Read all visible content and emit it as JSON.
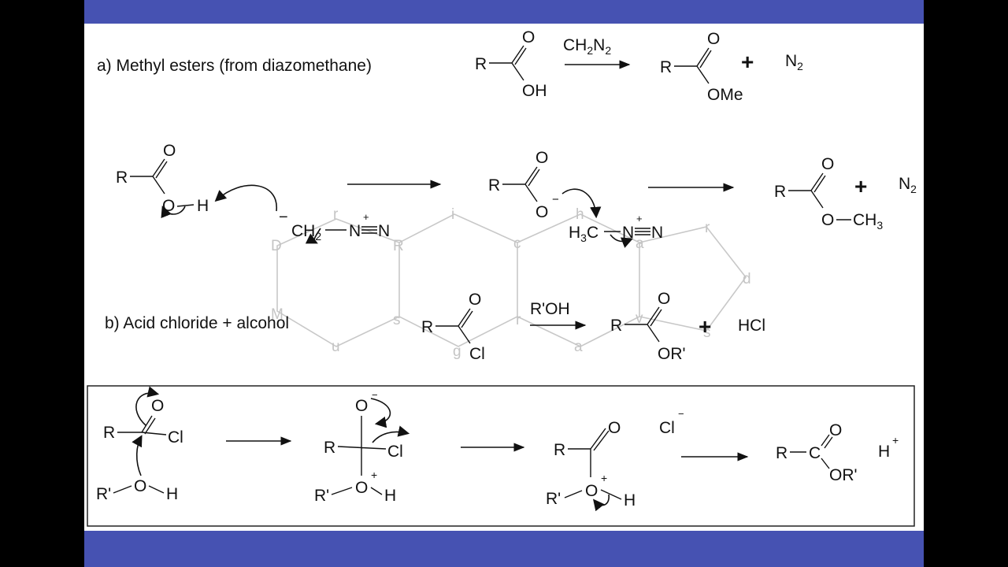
{
  "slide": {
    "top_bar_color": "#4652b2",
    "bottom_bar_color": "#4652b2"
  },
  "section_a": {
    "heading": "a) Methyl esters (from diazomethane)",
    "reagent": "CH",
    "reagent_sub1": "2",
    "reagent_tail": "N",
    "reagent_sub2": "2",
    "plus": "+",
    "byproduct": "N",
    "byproduct_sub": "2",
    "atoms": {
      "R": "R",
      "O": "O",
      "OH": "OH",
      "OMe": "OMe"
    }
  },
  "mechanism_a": {
    "acid": {
      "R": "R",
      "O": "O",
      "OH_O": "O",
      "H": "H"
    },
    "diazomethane": {
      "charge_minus": "−",
      "CH": "CH",
      "sub": "2",
      "N1": "N",
      "charge_plus": "+",
      "N2": "N"
    },
    "carboxylate": {
      "R": "R",
      "O": "O",
      "O_minus": "O",
      "charge": "−"
    },
    "methyldiazonium": {
      "H": "H",
      "sub": "3",
      "C": "C",
      "N1": "N",
      "charge_plus": "+",
      "N2": "N"
    },
    "product": {
      "R": "R",
      "O": "O",
      "O2": "O",
      "CH": "CH",
      "sub": "3"
    },
    "plus": "+",
    "byproduct": "N",
    "byproduct_sub": "2"
  },
  "section_b": {
    "heading": "b) Acid chloride + alcohol",
    "reagent": "R'OH",
    "plus": "+",
    "byproduct": "HCl",
    "atoms": {
      "R": "R",
      "O": "O",
      "Cl": "Cl",
      "ORp": "OR'"
    }
  },
  "mechanism_b": {
    "step1": {
      "R": "R",
      "O": "O",
      "Cl": "Cl",
      "Rp": "R'",
      "O2": "O",
      "H": "H"
    },
    "step2": {
      "R": "R",
      "O": "O",
      "charge_minus": "−",
      "Cl": "Cl",
      "Rp": "R'",
      "O2": "O",
      "charge_plus": "+",
      "H": "H"
    },
    "step3": {
      "R": "R",
      "O": "O",
      "Rp": "R'",
      "O2": "O",
      "charge_plus": "+",
      "H": "H",
      "Cl": "Cl",
      "charge_minus": "−"
    },
    "step4": {
      "R": "R",
      "C": "C",
      "O": "O",
      "ORp": "OR'",
      "H": "H",
      "charge_plus": "+"
    }
  },
  "ghost_labels": [
    "r",
    "i",
    "h",
    "D",
    "R",
    "c",
    "a",
    "r",
    "d",
    "M",
    "s",
    "r",
    "v",
    "s",
    "u",
    "g",
    "a"
  ]
}
